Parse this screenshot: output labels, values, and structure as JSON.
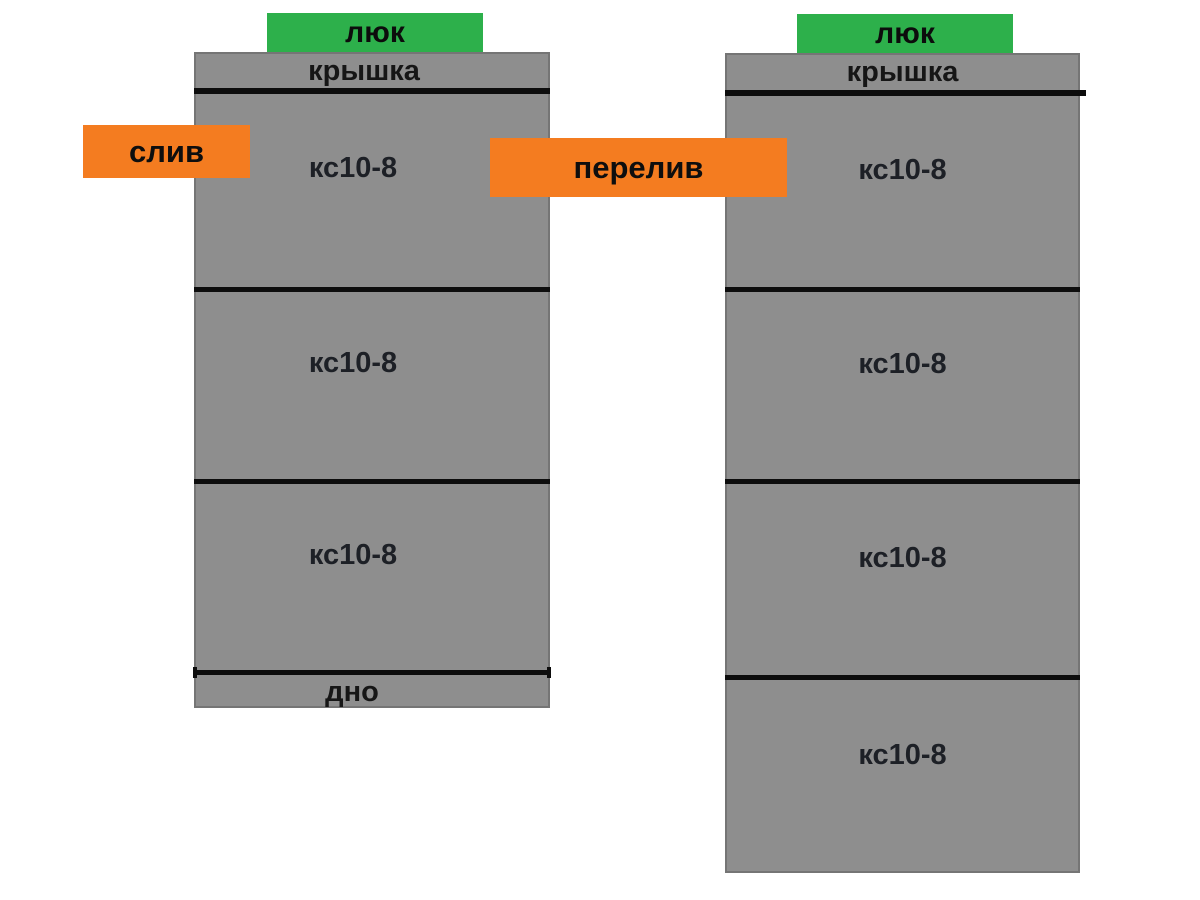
{
  "diagram_title": "septic-tank-ring-scheme",
  "left_tank": {
    "hatch_label": "люк",
    "lid_label": "крышка",
    "rings": [
      "кс10-8",
      "кс10-8",
      "кс10-8"
    ],
    "bottom_label": "дно"
  },
  "right_tank": {
    "hatch_label": "люк",
    "lid_label": "крышка",
    "rings": [
      "кс10-8",
      "кс10-8",
      "кс10-8",
      "кс10-8"
    ]
  },
  "connections": {
    "drain_label": "слив",
    "overflow_label": "перелив"
  },
  "colors": {
    "hatch_green": "#2db04b",
    "pipe_orange": "#f47c20",
    "concrete_gray": "#8e8e8e",
    "line_black": "#0d0d0d",
    "background": "#ffffff"
  }
}
